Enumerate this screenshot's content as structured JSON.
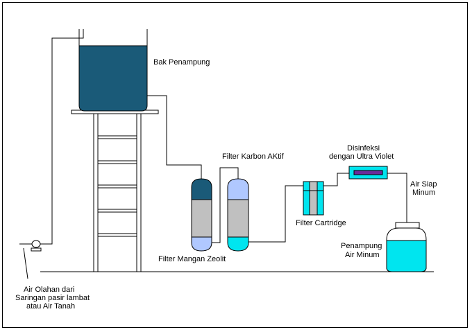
{
  "labels": {
    "tank": "Bak Penampung",
    "carbon_filter": "Filter Karbon AKtif",
    "uv_line1": "Disinfeksi",
    "uv_line2": "dengan Ultra Violet",
    "ready_line1": "Air Siap",
    "ready_line2": "Minum",
    "cartridge": "Filter Cartridge",
    "reservoir_line1": "Penampung",
    "reservoir_line2": "Air Minum",
    "zeolite": "Filter Mangan Zeolit",
    "source_line1": "Air Olahan dari",
    "source_line2": "Saringan pasir lambat",
    "source_line3": "atau Air Tanah"
  },
  "colors": {
    "water_dark": "#1a5a78",
    "water_light": "#00e5ef",
    "water_pale": "#b0c8ff",
    "media_grey": "#c0c0c0",
    "uv_lamp": "#6a2a9a"
  }
}
